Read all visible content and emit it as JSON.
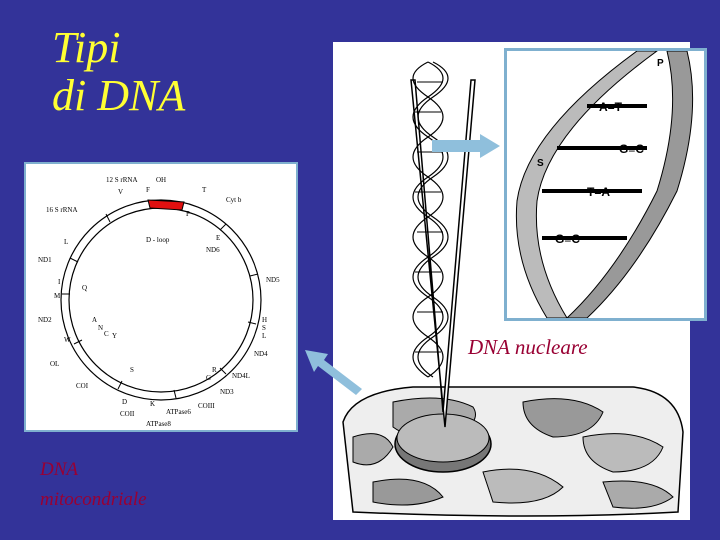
{
  "title": {
    "line1": "Tipi",
    "line2": "di DNA"
  },
  "labels": {
    "nuclear": "DNA nucleare",
    "mito_line1": "DNA",
    "mito_line2": "mitocondriale"
  },
  "mito_map": {
    "genes": [
      "OH",
      "12 S rRNA",
      "F",
      "V",
      "T",
      "Cyt b",
      "P",
      "E",
      "ND6",
      "16 S rRNA",
      "L",
      "ND1",
      "I",
      "M",
      "Q",
      "ND2",
      "A",
      "N",
      "C",
      "Y",
      "W",
      "OL",
      "COI",
      "S",
      "D",
      "COII",
      "K",
      "ATPase8",
      "ATPase6",
      "COIII",
      "G",
      "R",
      "ND4L",
      "ND3",
      "ND4",
      "H",
      "S",
      "L",
      "ND5"
    ],
    "d_loop": "D - loop"
  },
  "helix": {
    "pairs": [
      "A=T",
      "G≡C",
      "T=A",
      "G≡C"
    ],
    "sugar": "S",
    "phosphate": "P"
  },
  "colors": {
    "background": "#333399",
    "title": "#ffff33",
    "label": "#990033",
    "arrow": "#8fbfdc",
    "dloop": "#e01010"
  }
}
